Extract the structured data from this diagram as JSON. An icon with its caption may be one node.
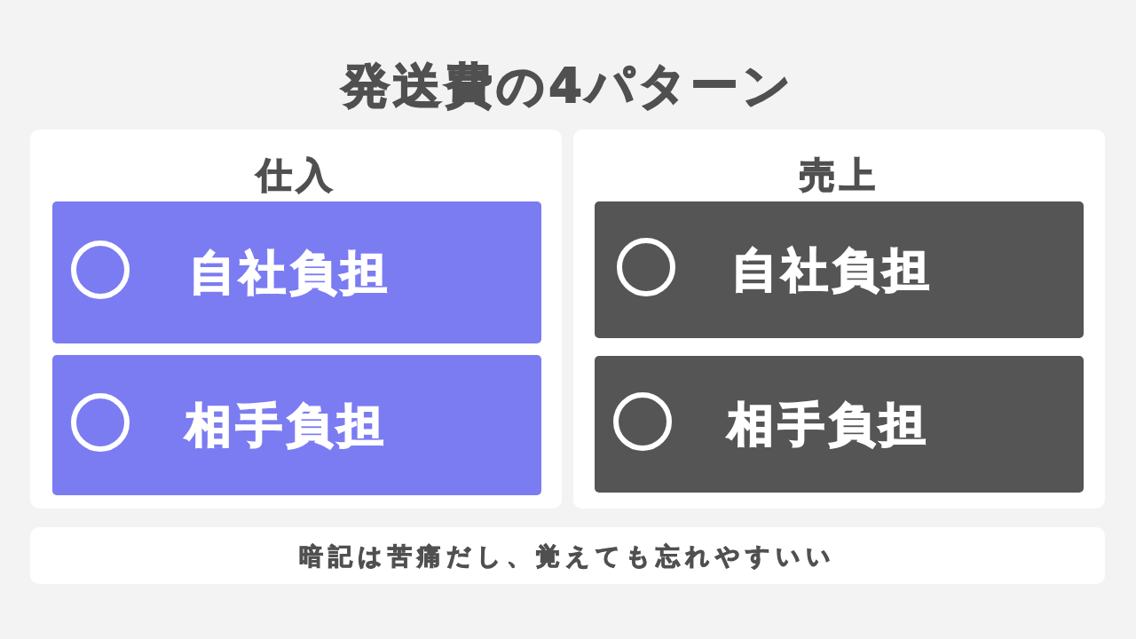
{
  "diagram": {
    "title": "発送費の4パターン",
    "nodes": [
      {
        "text": [
          "仕入"
        ]
      },
      {
        "text": [
          "自社負担"
        ],
        "in": 0
      },
      {
        "text": [
          "相手負担"
        ],
        "in": 0
      },
      {
        "text": [
          "売上"
        ]
      },
      {
        "text": [
          "自社負担"
        ],
        "in": 3
      },
      {
        "text": [
          "相手負担"
        ],
        "in": 3
      },
      {
        "text": [
          "暗記は苦痛だし、覚えても忘れやすいい"
        ]
      }
    ]
  }
}
